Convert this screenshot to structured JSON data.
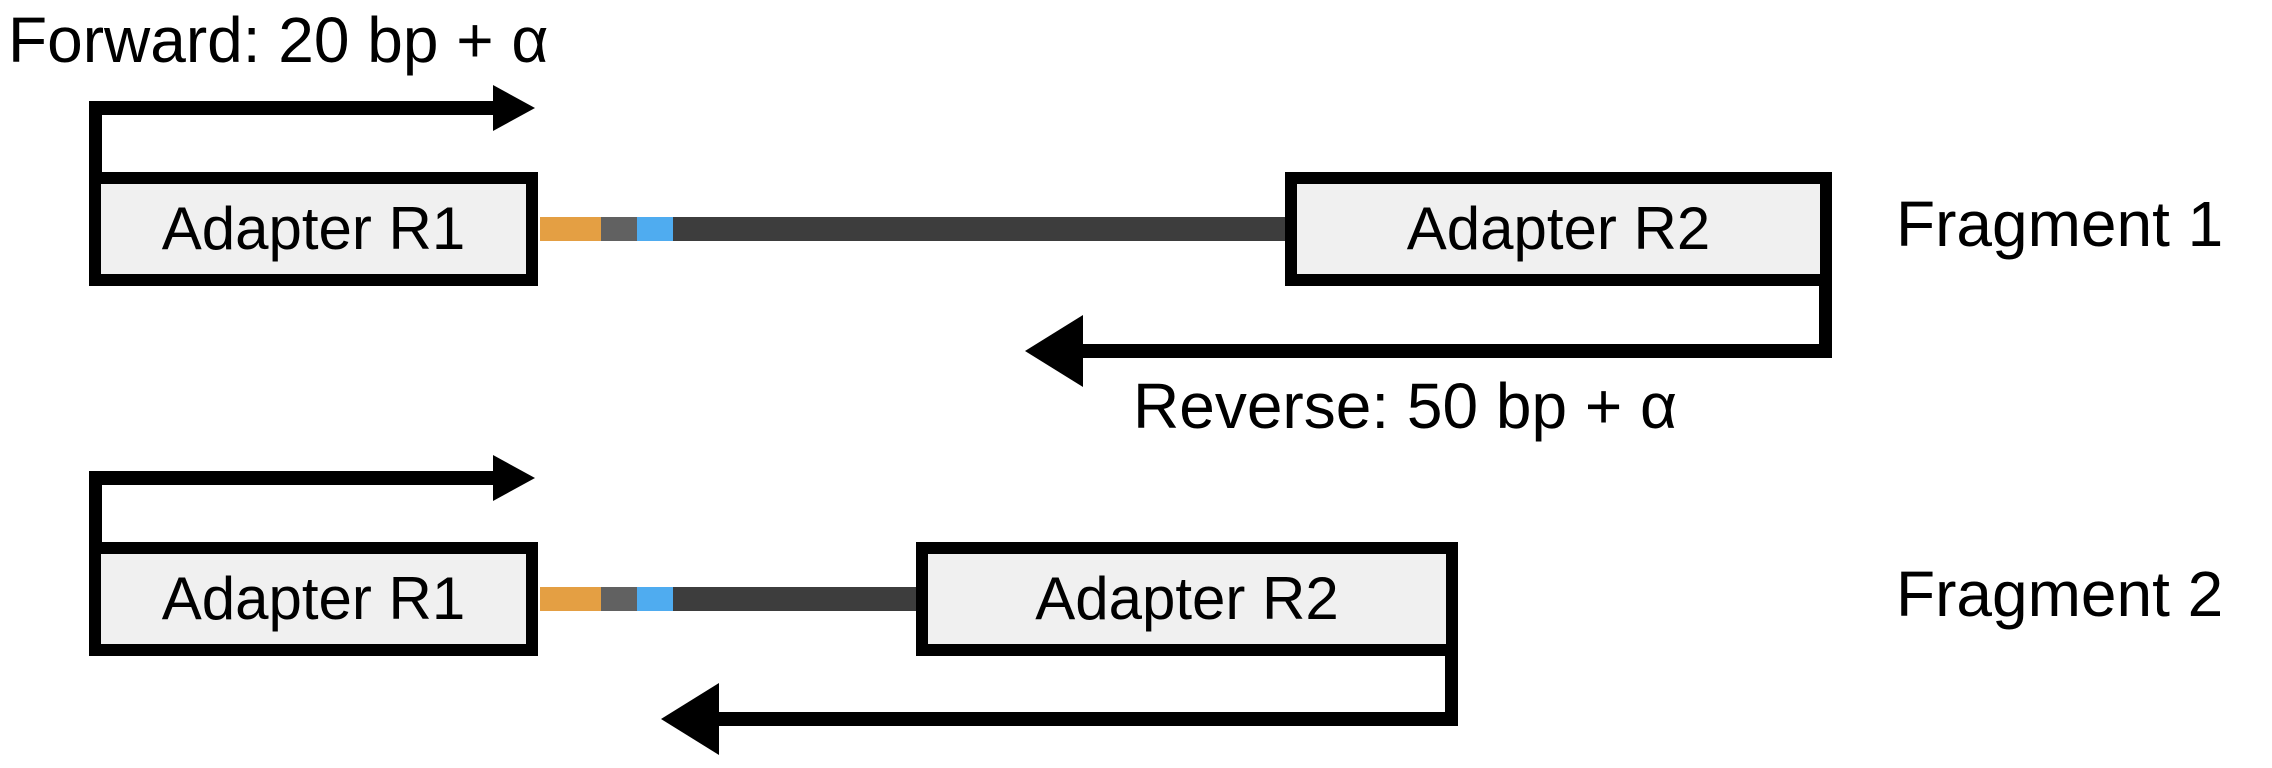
{
  "labels": {
    "forward_read": "Forward: 20 bp + α",
    "reverse_read": "Reverse: 50 bp + α"
  },
  "fragment1": {
    "name": "Fragment 1",
    "adapter_left": "Adapter R1",
    "adapter_right": "Adapter R2"
  },
  "fragment2": {
    "name": "Fragment 2",
    "adapter_left": "Adapter R1",
    "adapter_right": "Adapter R2"
  },
  "colors": {
    "orange_segment": "#E49F43",
    "gray_segment": "#616161",
    "blue_segment": "#4FACF0",
    "dark_segment": "#3D3D3D",
    "adapter_fill": "#F0F0F0",
    "ink": "#000000"
  }
}
